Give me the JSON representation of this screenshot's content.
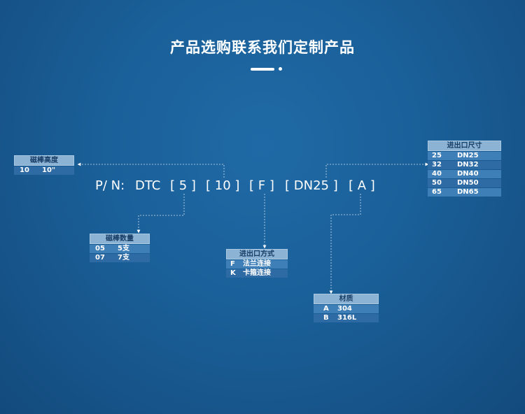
{
  "title": "产品选购联系我们定制产品",
  "part_number": {
    "prefix": "P/ N:",
    "model": "DTC",
    "segments": [
      "[ 5 ]",
      "[ 10 ]",
      "[ F ]",
      "[ DN25 ]",
      "[ A ]"
    ]
  },
  "boxes": {
    "height": {
      "header": "磁棒高度",
      "rows": [
        {
          "code": "10",
          "value": "10\""
        }
      ]
    },
    "count": {
      "header": "磁棒数量",
      "rows": [
        {
          "code": "05",
          "value": "5支"
        },
        {
          "code": "07",
          "value": "7支"
        }
      ]
    },
    "connection": {
      "header": "进出口方式",
      "rows": [
        {
          "code": "F",
          "value": "法兰连接"
        },
        {
          "code": "K",
          "value": "卡箍连接"
        }
      ]
    },
    "size": {
      "header": "进出口尺寸",
      "rows": [
        {
          "code": "25",
          "value": "DN25"
        },
        {
          "code": "32",
          "value": "DN32"
        },
        {
          "code": "40",
          "value": "DN40"
        },
        {
          "code": "50",
          "value": "DN50"
        },
        {
          "code": "65",
          "value": "DN65"
        }
      ]
    },
    "material": {
      "header": "材质",
      "rows": [
        {
          "code": "A",
          "value": "304"
        },
        {
          "code": "B",
          "value": "316L"
        }
      ]
    }
  }
}
